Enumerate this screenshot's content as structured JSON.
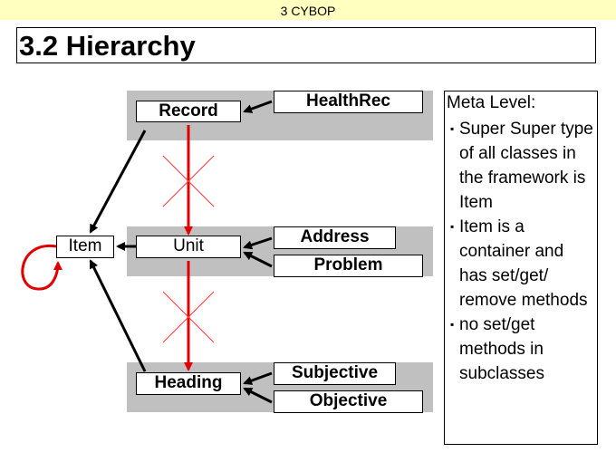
{
  "header": {
    "section": "3 CYBOP"
  },
  "slide": {
    "title": "3.2 Hierarchy"
  },
  "diagram": {
    "nodes": {
      "record": "Record",
      "healthrec": "HealthRec",
      "item": "Item",
      "unit": "Unit",
      "address": "Address",
      "problem": "Problem",
      "heading": "Heading",
      "subjective": "Subjective",
      "objective": "Objective"
    },
    "colors": {
      "band": "#c0c0c0",
      "arrow": "#000000",
      "inherit": "#ff0000",
      "cross": "#ff0000"
    }
  },
  "meta": {
    "title": "Meta Level:",
    "bullets": [
      "Super Super type of all classes in the framework is Item",
      "Item is a container and has set/get/ remove methods",
      "no set/get methods in subclasses"
    ]
  }
}
